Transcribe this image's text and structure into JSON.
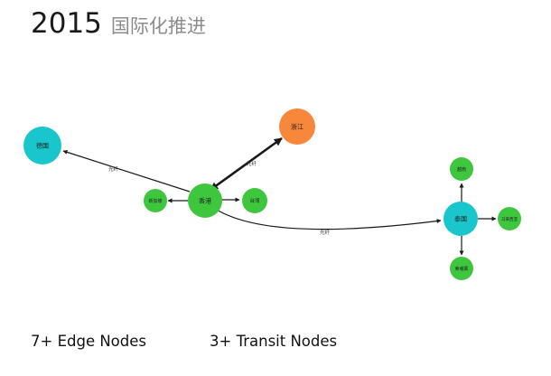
{
  "title": {
    "year": "2015",
    "text": "国际化推进"
  },
  "colors": {
    "edge_node": "#3ec73e",
    "hub_node": "#19c6cc",
    "origin_node": "#f7873a",
    "edge_line": "#1a1a1a"
  },
  "diagram": {
    "nodes": [
      {
        "id": "germany",
        "label": "德国",
        "color": "hub_node",
        "icon": "cyan-circle"
      },
      {
        "id": "zhejiang",
        "label": "浙江",
        "color": "origin_node",
        "icon": "orange-circle"
      },
      {
        "id": "hongkong",
        "label": "香港",
        "color": "edge_node",
        "icon": "green-circle"
      },
      {
        "id": "singapore",
        "label": "新加坡",
        "color": "edge_node",
        "icon": "green-circle"
      },
      {
        "id": "taiwan",
        "label": "台湾",
        "color": "edge_node",
        "icon": "green-circle"
      },
      {
        "id": "thailand",
        "label": "泰国",
        "color": "hub_node",
        "icon": "cyan-circle"
      },
      {
        "id": "vietnam",
        "label": "越南",
        "color": "edge_node",
        "icon": "green-circle"
      },
      {
        "id": "malaysia",
        "label": "马来西亚",
        "color": "edge_node",
        "icon": "green-circle"
      },
      {
        "id": "cambodia",
        "label": "柬埔寨",
        "color": "edge_node",
        "icon": "green-circle"
      }
    ],
    "edges": [
      {
        "from": "hongkong",
        "to": "germany",
        "label": "光纤"
      },
      {
        "from": "hongkong",
        "to": "zhejiang",
        "label": "光纤",
        "bidirectional": true
      },
      {
        "from": "hongkong",
        "to": "singapore",
        "label": ""
      },
      {
        "from": "hongkong",
        "to": "taiwan",
        "label": ""
      },
      {
        "from": "hongkong",
        "to": "thailand",
        "label": "光纤"
      },
      {
        "from": "thailand",
        "to": "malaysia",
        "label": ""
      },
      {
        "from": "thailand",
        "to": "vietnam",
        "label": ""
      },
      {
        "from": "thailand",
        "to": "cambodia",
        "label": ""
      }
    ]
  },
  "stats": {
    "edge_nodes": "7+ Edge Nodes",
    "transit_nodes": "3+ Transit Nodes"
  }
}
